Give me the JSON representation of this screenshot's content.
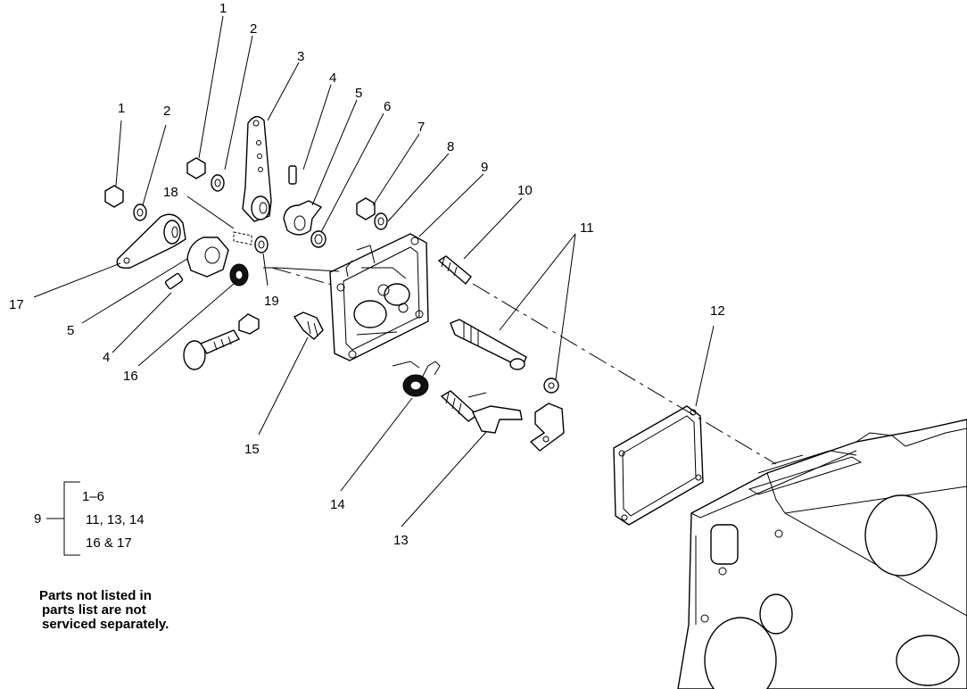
{
  "callouts": {
    "c1a": "1",
    "c2a": "2",
    "c3": "3",
    "c4a": "4",
    "c5a": "5",
    "c6": "6",
    "c7": "7",
    "c8": "8",
    "c9": "9",
    "c10": "10",
    "c11": "11",
    "c12": "12",
    "c1b": "1",
    "c2b": "2",
    "c18": "18",
    "c17": "17",
    "c5b": "5",
    "c4b": "4",
    "c16": "16",
    "c19": "19",
    "c15": "15",
    "c14": "14",
    "c13": "13"
  },
  "key": {
    "assembly": "9",
    "groups": [
      "1–6",
      "11, 13, 14",
      "16 & 17"
    ]
  },
  "note": {
    "line1": "Parts not listed in",
    "line2": "parts list are not",
    "line3": "serviced separately."
  }
}
